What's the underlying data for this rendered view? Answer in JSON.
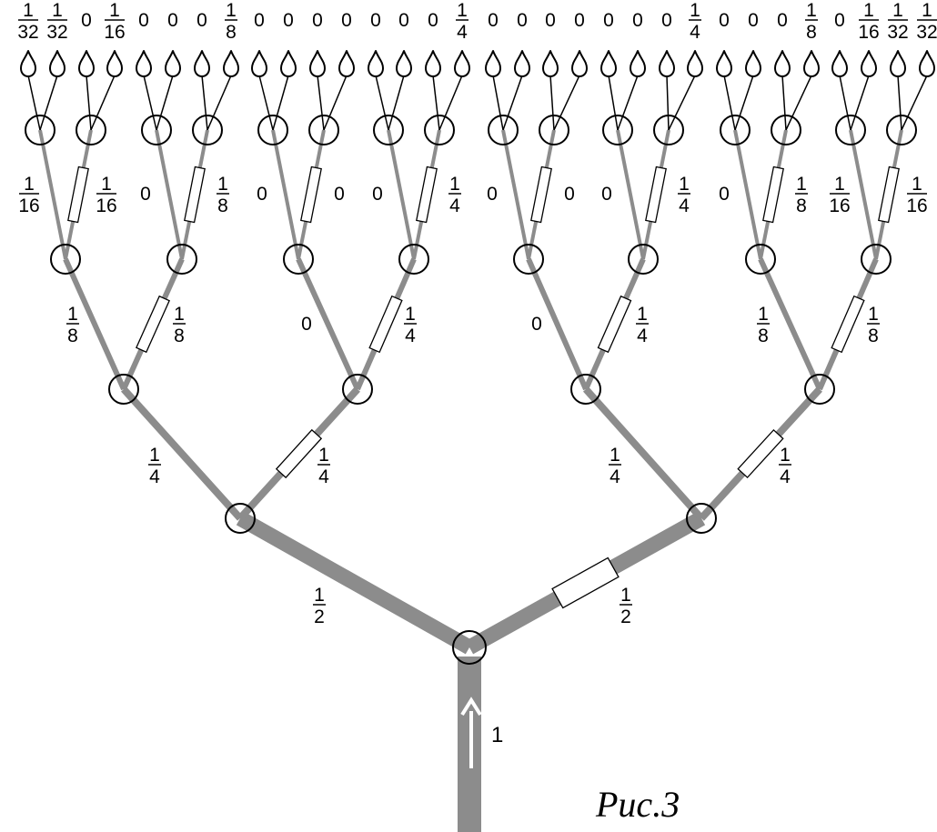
{
  "caption": "Рис.3",
  "inflow": "1",
  "leaf_flows": [
    "1/32",
    "1/32",
    "0",
    "1/16",
    "0",
    "0",
    "0",
    "1/8",
    "0",
    "0",
    "0",
    "0",
    "0",
    "0",
    "0",
    "1/4",
    "0",
    "0",
    "0",
    "0",
    "0",
    "0",
    "0",
    "1/4",
    "0",
    "0",
    "0",
    "1/8",
    "0",
    "1/16",
    "1/32",
    "1/32"
  ],
  "level1": {
    "left": "1/2",
    "right": "1/2"
  },
  "level2": [
    "1/4",
    "1/4",
    "1/4",
    "1/4"
  ],
  "level3": [
    "1/8",
    "1/8",
    "0",
    "1/4",
    "0",
    "1/4",
    "1/8",
    "1/8"
  ],
  "level4": [
    "1/16",
    "1/16",
    "0",
    "1/8",
    "0",
    "0",
    "0",
    "1/4",
    "0",
    "0",
    "0",
    "1/4",
    "0",
    "1/8",
    "1/16",
    "1/16"
  ],
  "colors": {
    "pipe": "#8c8c8c",
    "outline": "#000000",
    "arrow": "#ffffff"
  }
}
